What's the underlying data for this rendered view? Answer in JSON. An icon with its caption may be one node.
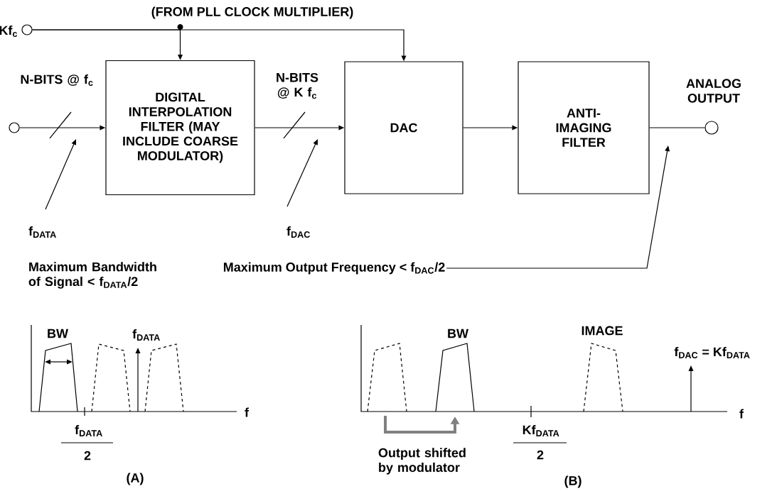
{
  "diagram": {
    "nodes": [
      {
        "text": [],
        "shape": "circle",
        "beside": [
          "Kf$_{c}$"
        ]
      },
      {
        "text": [],
        "shape": "circle"
      },
      {
        "text": [
          "DIGITAL INTERPOLATION FILTER (MAY INCLUDE COARSE MODULATOR)"
        ]
      },
      {
        "text": [
          "DAC"
        ]
      },
      {
        "text": [
          "ANTI-IMAGING FILTER"
        ]
      },
      {
        "text": [],
        "shape": "circle",
        "beside": [
          "ANALOG OUTPUT"
        ]
      },
      {
        "text": [
          "f$_{DATA}$"
        ]
      },
      {
        "text": [
          "f$_{DAC}$"
        ]
      },
      {
        "text": [
          "Maximum Output Frequency < f$_{DAC}$/2"
        ]
      }
    ],
    "edges": [
      {
        "from": 0,
        "to": 2,
        "arrow": "to"
      },
      {
        "from": 0,
        "to": 3,
        "arrow": "to"
      },
      {
        "from": 1,
        "to": 2,
        "arrow": "to",
        "label": "N-BITS @ f$_{c}$"
      },
      {
        "from": 2,
        "to": 3,
        "arrow": "to",
        "label": "N-BITS @ K f$_{c}$"
      },
      {
        "from": 3,
        "to": 4,
        "arrow": "to"
      },
      {
        "from": 4,
        "to": 5,
        "arrow": "none"
      },
      {
        "from": 6,
        "to": null,
        "arrow": "to"
      },
      {
        "from": 7,
        "to": null,
        "arrow": "to"
      },
      {
        "from": 8,
        "to": null,
        "arrow": "to"
      }
    ],
    "labels": [
      "(FROM PLL CLOCK MULTIPLIER)",
      "Maximum Bandwidth of Signal < f$_{DATA}$/2",
      "BW",
      "f$_{DATA}$",
      "f",
      "f$_{DATA}$",
      "2",
      "(A)",
      "BW",
      "IMAGE",
      "f$_{DAC}$ = Kf$_{DATA}$",
      "f",
      "Kf$_{DATA}$",
      "2",
      "Output shifted by modulator",
      "(B)"
    ]
  }
}
